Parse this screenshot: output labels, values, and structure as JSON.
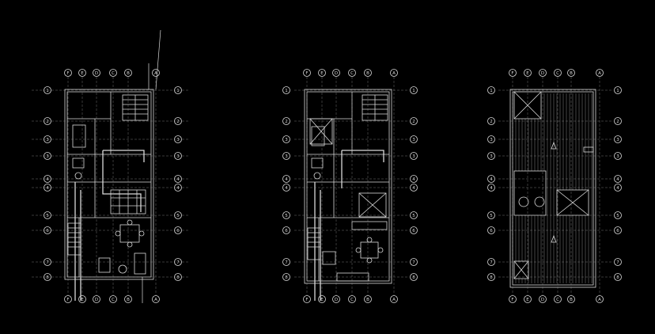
{
  "drawing": {
    "background": "#000000",
    "line_color": "#d9d9d9",
    "dim_line_color": "#8a8a8a",
    "plans": [
      {
        "id": "ground-floor",
        "column_markers": [
          "F",
          "E",
          "D",
          "C",
          "B",
          "A"
        ],
        "row_markers_left": [
          "1",
          "2",
          "3",
          "3",
          "4",
          "4",
          "5",
          "6",
          "7",
          "8"
        ],
        "row_markers_right": [
          "1",
          "2",
          "3",
          "3",
          "4",
          "4",
          "5",
          "6",
          "7",
          "8"
        ]
      },
      {
        "id": "upper-floor",
        "column_markers": [
          "F",
          "E",
          "D",
          "C",
          "B",
          "A"
        ],
        "row_markers_left": [
          "1",
          "2",
          "3",
          "3",
          "4",
          "4",
          "5",
          "6",
          "7",
          "8"
        ],
        "row_markers_right": [
          "1",
          "2",
          "3",
          "3",
          "4",
          "4",
          "5",
          "6",
          "7",
          "8"
        ]
      },
      {
        "id": "roof-plan",
        "column_markers": [
          "F",
          "E",
          "D",
          "C",
          "B",
          "A"
        ],
        "row_markers_left": [
          "1",
          "2",
          "3",
          "3",
          "4",
          "4",
          "5",
          "6",
          "7",
          "8"
        ],
        "row_markers_right": [
          "1",
          "2",
          "3",
          "3",
          "4",
          "4",
          "5",
          "6",
          "7",
          "8"
        ]
      }
    ]
  }
}
